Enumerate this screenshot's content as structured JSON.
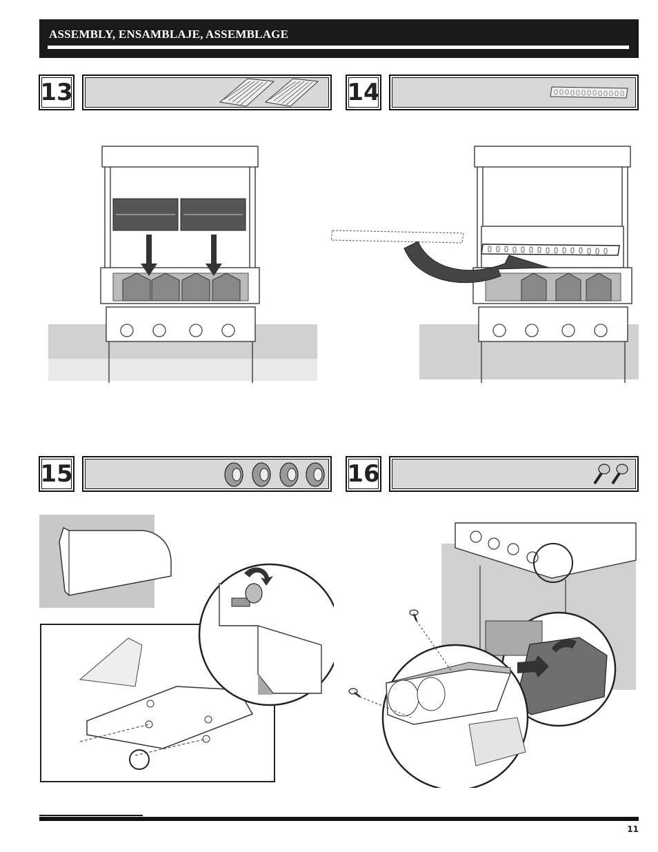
{
  "header": {
    "title": "ASSEMBLY, ENSAMBLAJE, ASSEMBLAGE"
  },
  "steps": [
    {
      "number": "13",
      "part_icon": "cooking-grates-icon"
    },
    {
      "number": "14",
      "part_icon": "warming-rack-icon"
    },
    {
      "number": "15",
      "part_icon": "nuts-icon"
    },
    {
      "number": "16",
      "part_icon": "screws-icon"
    }
  ],
  "footer": {
    "page_number": "11"
  },
  "colors": {
    "bar": "#1a1a1a",
    "panel": "#d8d8d8",
    "shade": "#c8c8c8",
    "dark_part": "#6e6e6e"
  }
}
